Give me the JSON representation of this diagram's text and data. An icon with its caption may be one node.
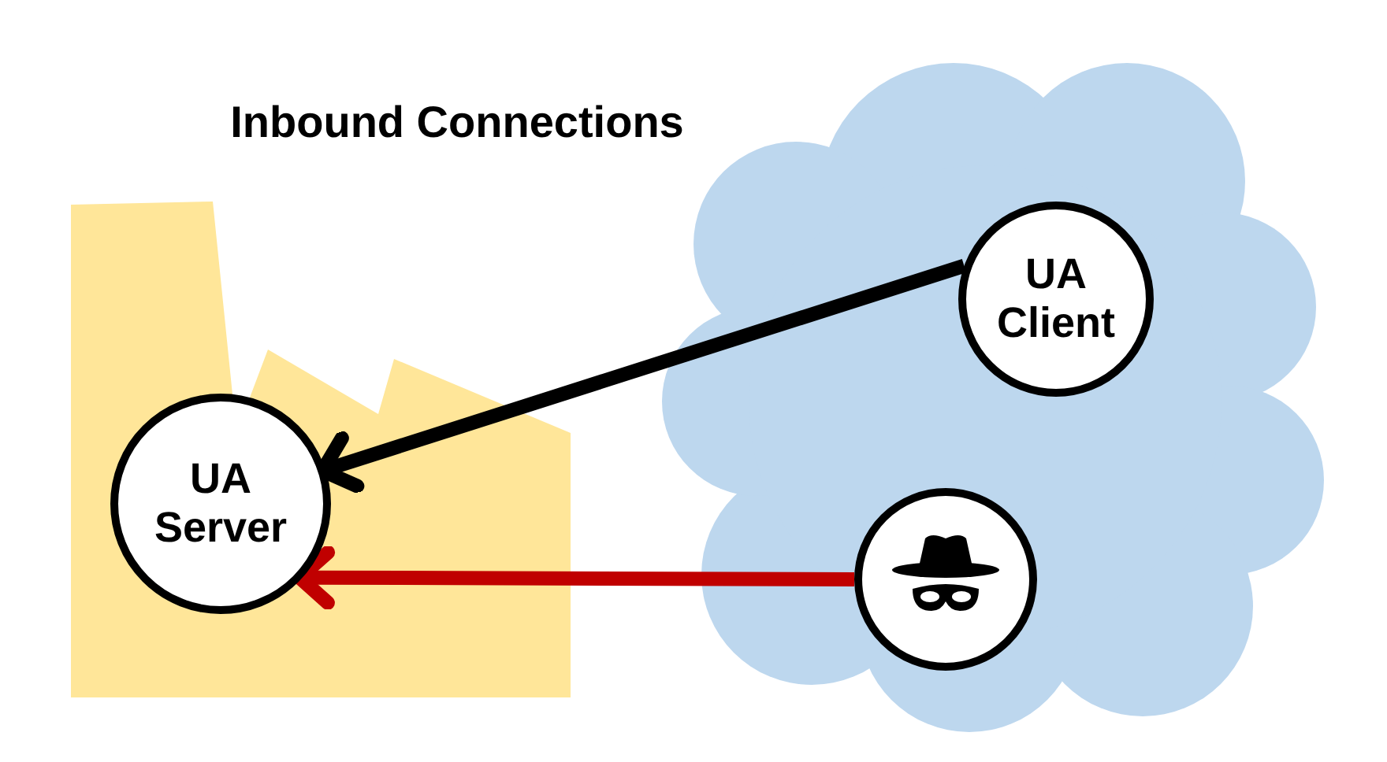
{
  "diagram": {
    "title": "Inbound Connections",
    "nodes": [
      {
        "text": [],
        "shape": "building"
      },
      {
        "text": [
          "UA Server"
        ],
        "in": 0
      },
      {
        "text": [],
        "shape": "cloud"
      },
      {
        "text": [
          "UA Client"
        ],
        "in": 2
      },
      {
        "text": [],
        "shape": "circle",
        "in": 2
      }
    ],
    "edges": [
      {
        "from": 3,
        "to": 1,
        "arrow": "to",
        "color": "#000000"
      },
      {
        "from": 4,
        "to": 1,
        "arrow": "to",
        "color": "#c00000"
      }
    ]
  }
}
